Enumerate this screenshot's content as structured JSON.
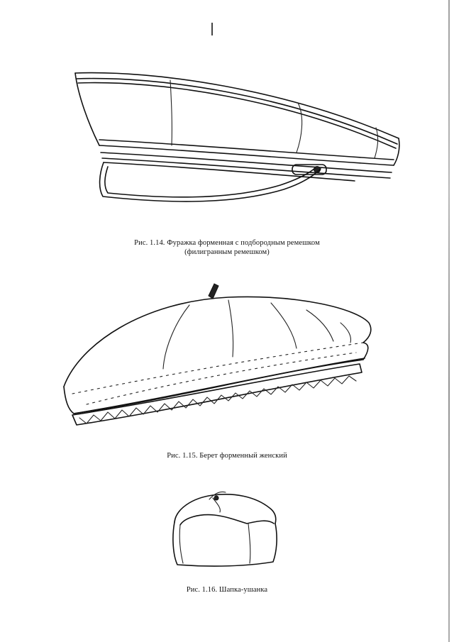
{
  "figures": [
    {
      "caption_line1": "Рис. 1.14. Фуражка форменная с подбородным ремешком",
      "caption_line2": "(филигранным ремешком)"
    },
    {
      "caption_line1": "Рис. 1.15. Берет форменный женский"
    },
    {
      "caption_line1": "Рис. 1.16. Шапка-ушанка"
    }
  ]
}
